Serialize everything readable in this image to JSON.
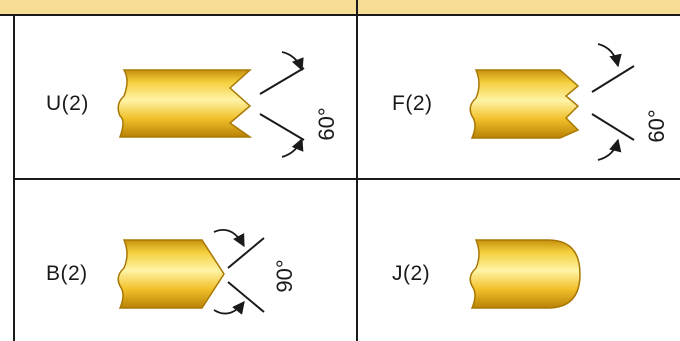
{
  "tips": [
    {
      "code": "U(2)",
      "angle": "60°",
      "tip_shape": "concave-double-point"
    },
    {
      "code": "F(2)",
      "angle": "60°",
      "tip_shape": "convex-crown"
    },
    {
      "code": "B(2)",
      "angle": "90°",
      "tip_shape": "cone-point"
    },
    {
      "code": "J(2)",
      "angle": "",
      "tip_shape": "round-end"
    }
  ],
  "colors": {
    "header": "#f7dd95",
    "gold_light": "#fff3a6",
    "gold_mid": "#f1c12a",
    "gold_dark": "#c6900d",
    "line": "#1a1a1a"
  }
}
